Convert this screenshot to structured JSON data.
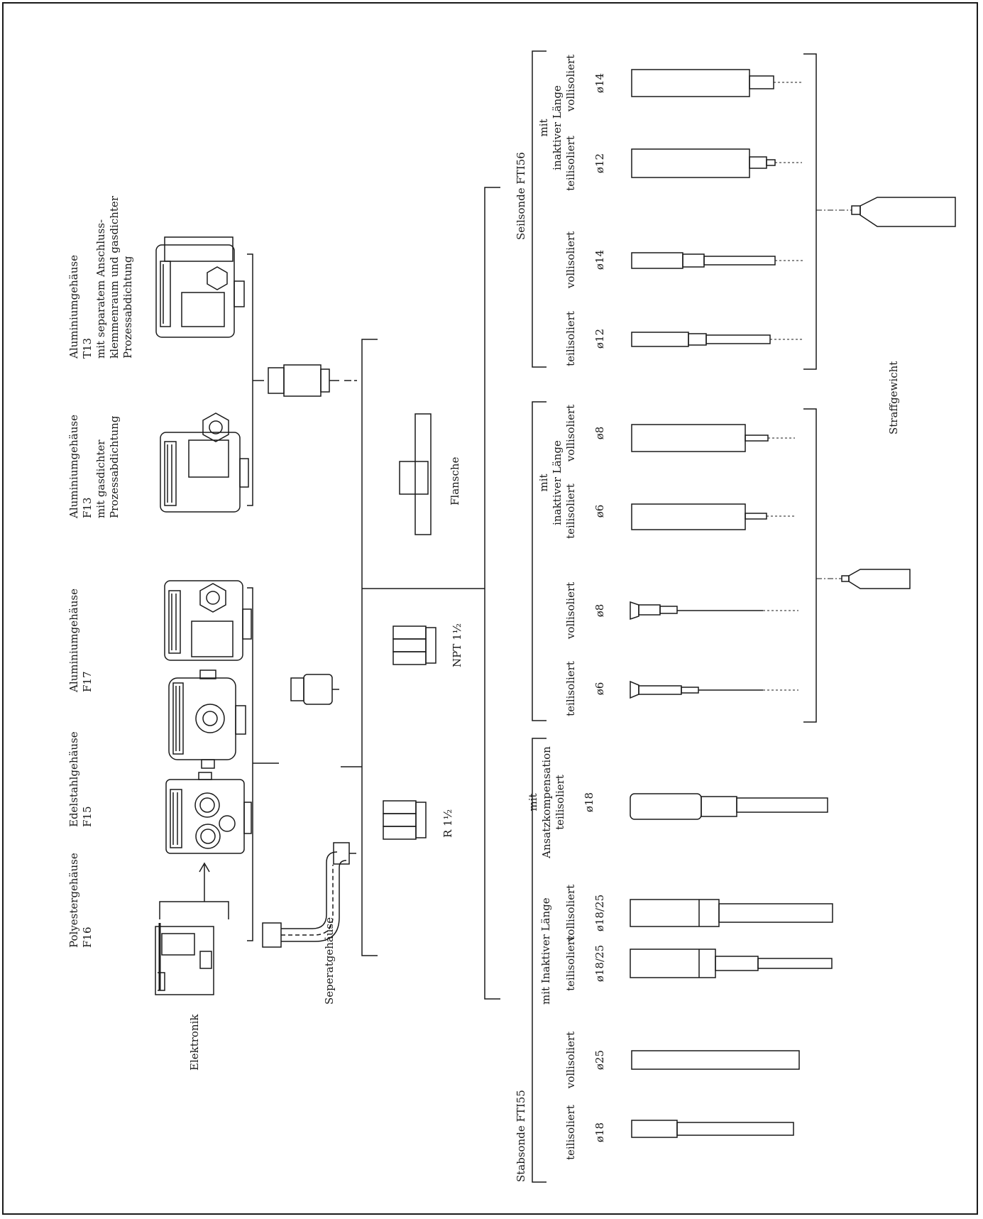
{
  "housings": {
    "polyester": {
      "name": "Polyestergehäuse",
      "code": "F16"
    },
    "stainless": {
      "name": "Edelstahlgehäuse",
      "code": "F15"
    },
    "aluminium": {
      "name": "Aluminiumgehäuse",
      "code": "F17"
    },
    "aluminium_f13": {
      "name": "Aluminiumgehäuse",
      "code": "F13",
      "line1": "mit gasdichter",
      "line2": "Prozessabdichtung"
    },
    "aluminium_t13": {
      "name": "Aluminiumgehäuse",
      "code": "T13",
      "line1": "mit separatem Anschluss-",
      "line2": "klemmenraum und gasdichter",
      "line3": "Prozessabdichtung"
    }
  },
  "electronics": "Elektronik",
  "separate_housing": "Seperatgehäuse",
  "connections": {
    "r": "R 1½",
    "npt": "NPT 1½",
    "flange": "Flansche"
  },
  "rod_probe": {
    "title": "Stabsonde FTI55",
    "inactive_title": "mit Inaktiver Länge",
    "buildup_title_1": "mit",
    "buildup_title_2": "Ansatzkompensation",
    "variants": [
      {
        "insulation": "teilisoliert",
        "diameter": "ø18"
      },
      {
        "insulation": "vollisoliert",
        "diameter": "ø25"
      },
      {
        "insulation": "teilisoliert",
        "diameter": "ø18/25"
      },
      {
        "insulation": "vollisoliert",
        "diameter": "ø18/25"
      },
      {
        "insulation": "teilisoliert",
        "diameter": "ø18"
      }
    ]
  },
  "rope_probe": {
    "title": "Seilsonde FTI56",
    "inactive_title_1": "mit",
    "inactive_title_2": "inaktiver Länge",
    "group_small": [
      {
        "insulation": "teilisoliert",
        "diameter": "ø6"
      },
      {
        "insulation": "vollisoliert",
        "diameter": "ø8"
      },
      {
        "insulation": "teilisoliert",
        "diameter": "ø6"
      },
      {
        "insulation": "vollisoliert",
        "diameter": "ø8"
      }
    ],
    "group_large": [
      {
        "insulation": "teilisoliert",
        "diameter": "ø12"
      },
      {
        "insulation": "vollisoliert",
        "diameter": "ø14"
      },
      {
        "insulation": "teilisoliert",
        "diameter": "ø12"
      },
      {
        "insulation": "vollisoliert",
        "diameter": "ø14"
      }
    ]
  },
  "tension_weight": "Straffgewicht"
}
